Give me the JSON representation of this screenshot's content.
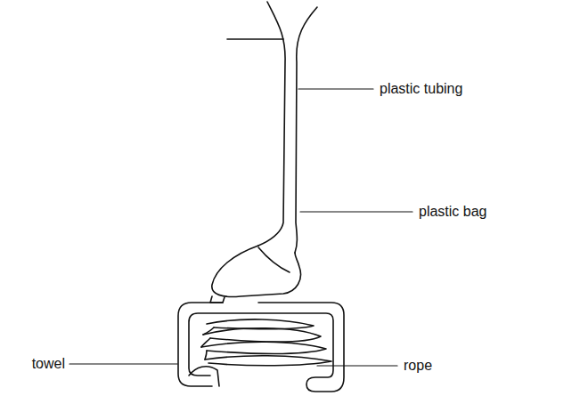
{
  "diagram": {
    "labels": [
      "plastic tubing",
      "plastic bag",
      "towel",
      "rope"
    ]
  }
}
